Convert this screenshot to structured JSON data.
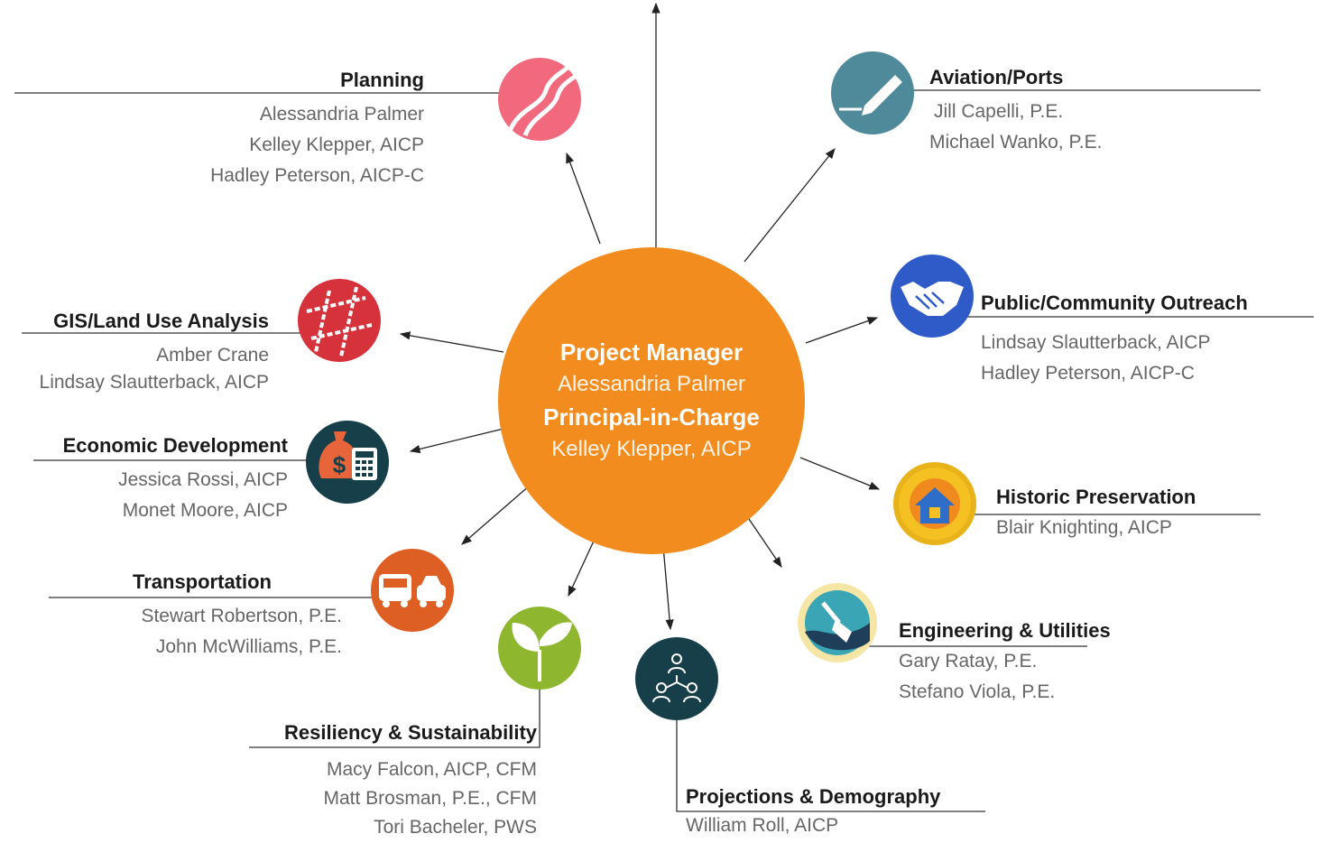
{
  "center": {
    "role1": "Project Manager",
    "name1": "Alessandria Palmer",
    "role2": "Principal-in-Charge",
    "name2": "Kelley Klepper, AICP",
    "color": "#F28C1E"
  },
  "nodes": {
    "planning": {
      "title": "Planning",
      "people": [
        "Alessandria Palmer",
        "Kelley Klepper, AICP",
        "Hadley Peterson, AICP-C"
      ],
      "icon": "road-icon",
      "color": "#F2697D"
    },
    "aviation": {
      "title": "Aviation/Ports",
      "people": [
        "Jill Capelli, P.E.",
        "Michael Wanko, P.E."
      ],
      "icon": "pen-icon",
      "color": "#4E8A9A"
    },
    "gis": {
      "title": "GIS/Land Use Analysis",
      "people": [
        "Amber Crane",
        "Lindsay Slautterback, AICP"
      ],
      "icon": "map-icon",
      "color": "#D6323C"
    },
    "outreach": {
      "title": "Public/Community Outreach",
      "people": [
        "Lindsay Slautterback, AICP",
        "Hadley Peterson, AICP-C"
      ],
      "icon": "handshake-icon",
      "color": "#2F5BC8"
    },
    "economic": {
      "title": "Economic Development",
      "people": [
        "Jessica Rossi, AICP",
        "Monet Moore, AICP"
      ],
      "icon": "money-bag-calculator-icon",
      "color": "#173F4A"
    },
    "historic": {
      "title": "Historic Preservation",
      "people": [
        "Blair Knighting, AICP"
      ],
      "icon": "house-gear-icon",
      "color": "#F5C021"
    },
    "transportation": {
      "title": "Transportation",
      "people": [
        "Stewart Robertson, P.E.",
        "John McWilliams, P.E."
      ],
      "icon": "cars-icon",
      "color": "#DE5F24"
    },
    "engineering": {
      "title": "Engineering & Utilities",
      "people": [
        "Gary Ratay, P.E.",
        "Stefano Viola, P.E."
      ],
      "icon": "shovel-icon",
      "color": "#3AA5B4"
    },
    "resiliency": {
      "title": "Resiliency & Sustainability",
      "people": [
        "Macy Falcon, AICP, CFM",
        "Matt Brosman, P.E., CFM",
        "Tori Bacheler, PWS"
      ],
      "icon": "leaf-icon",
      "color": "#8EB62F"
    },
    "projections": {
      "title": "Projections & Demography",
      "people": [
        "William Roll, AICP"
      ],
      "icon": "people-network-icon",
      "color": "#173F4A"
    }
  }
}
